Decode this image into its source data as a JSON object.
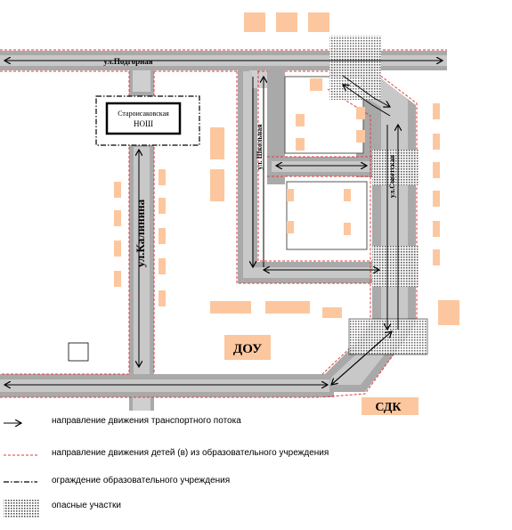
{
  "streets": {
    "podgornaya": "ул.Подгорная",
    "kalinina": "ул.Калинина",
    "shkolnaya": "ул. Школьная",
    "sovetskaya": "ул.Советская"
  },
  "buildings": {
    "school_line1": "Староисаковская",
    "school_line2": "НОШ",
    "dou": "ДОУ",
    "sdk": "СДК"
  },
  "legend": {
    "traffic": "направление движения транспортного потока",
    "children": "направление движения детей (в) из образовательного учреждения",
    "fence": "ограждение образовательного учреждения",
    "danger": "опасные участки"
  },
  "colors": {
    "road": "#a9a9a9",
    "road_inner": "#c8c8c8",
    "building": "#fcc79f",
    "child_path": "#e23a3a",
    "danger": "#555555"
  }
}
